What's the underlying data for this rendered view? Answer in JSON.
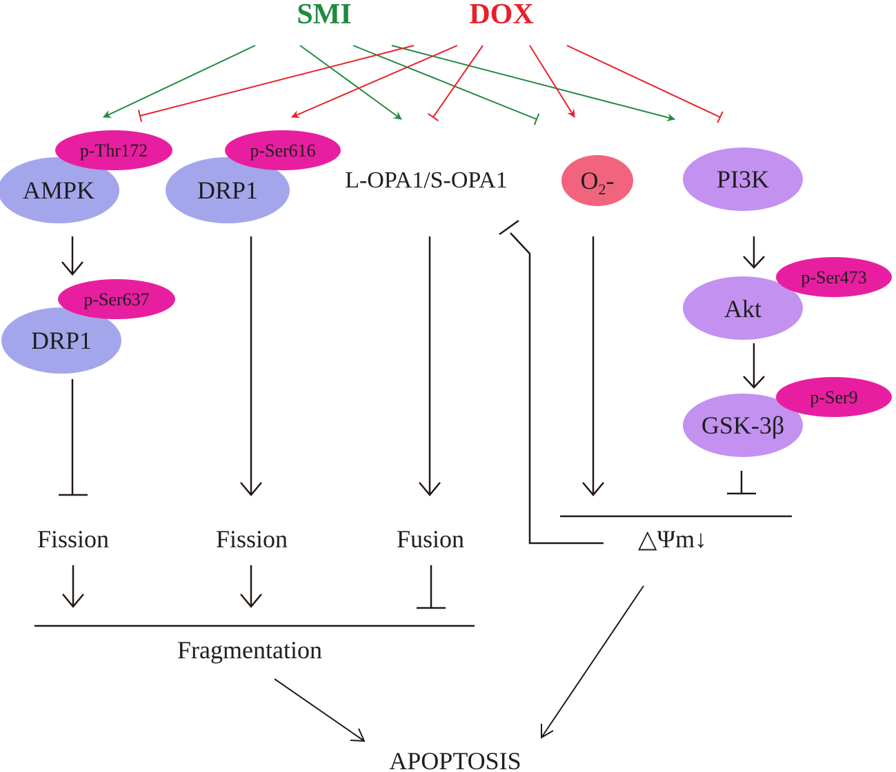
{
  "drugs": {
    "smi": {
      "label": "SMI",
      "color": "#1f8a3e"
    },
    "dox": {
      "label": "DOX",
      "color": "#e8202a"
    }
  },
  "nodes": {
    "ampk": "AMPK",
    "p_thr172": "p-Thr172",
    "drp1_left": "DRP1",
    "p_ser637": "p-Ser637",
    "drp1_mid": "DRP1",
    "p_ser616": "p-Ser616",
    "opa1": "L-OPA1/S-OPA1",
    "o2_main": "O",
    "o2_sub": "2",
    "o2_suffix": "-",
    "pi3k": "PI3K",
    "akt": "Akt",
    "p_ser473": "p-Ser473",
    "gsk": "GSK-3β",
    "p_ser9": "p-Ser9"
  },
  "outcomes": {
    "fission_left": "Fission",
    "fission_mid": "Fission",
    "fusion": "Fusion",
    "delta_psi": "△Ψm↓",
    "fragmentation": "Fragmentation",
    "apoptosis": "APOPTOSIS"
  },
  "colors": {
    "blue_node": "#a4a6ec",
    "purple_node": "#c391f0",
    "magenta_phospho": "#e81ea0",
    "o2_node": "#f2647e",
    "black_arrow": "#231815"
  }
}
